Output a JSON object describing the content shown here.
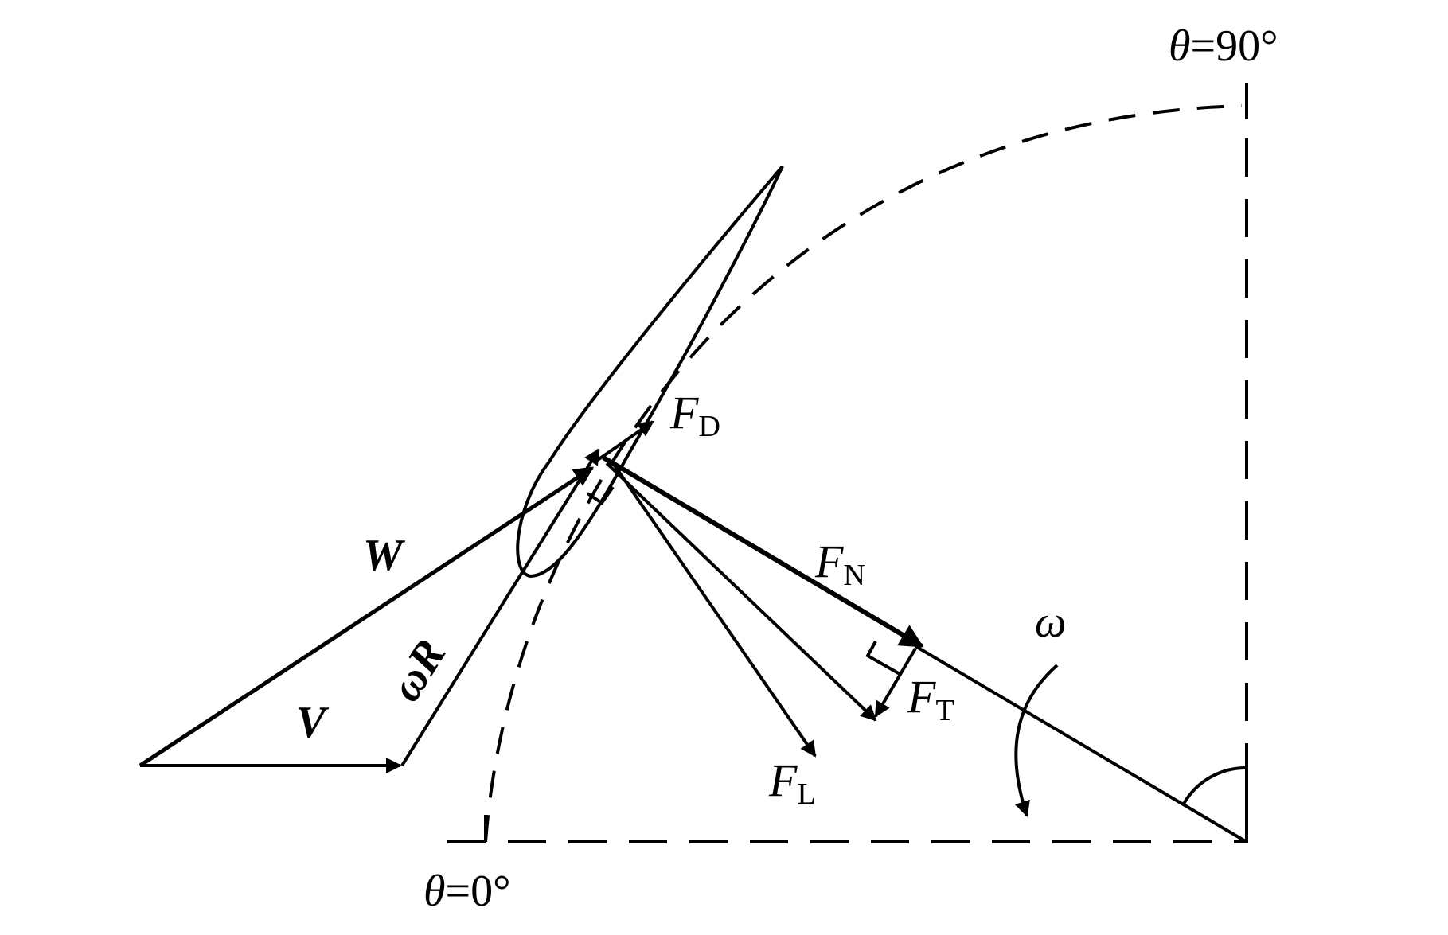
{
  "labels": {
    "theta90": {
      "symbol": "θ",
      "value": "=90°"
    },
    "theta0": {
      "symbol": "θ",
      "value": "=0°"
    },
    "W": "W",
    "V": "V",
    "omegaR": "ωR",
    "omega": "ω",
    "FD": {
      "main": "F",
      "sub": "D"
    },
    "FN": {
      "main": "F",
      "sub": "N"
    },
    "FT": {
      "main": "F",
      "sub": "T"
    },
    "FL": {
      "main": "F",
      "sub": "L"
    }
  }
}
